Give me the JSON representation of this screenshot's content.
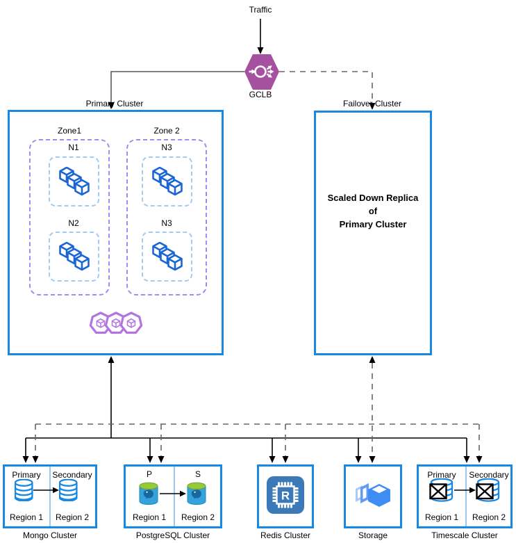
{
  "traffic": {
    "label": "Traffic"
  },
  "gclb": {
    "label": "GCLB"
  },
  "primary_cluster": {
    "label": "Primary Cluster",
    "zones": [
      {
        "label": "Zone1",
        "nodes": [
          {
            "label": "N1"
          },
          {
            "label": "N2"
          }
        ]
      },
      {
        "label": "Zone 2",
        "nodes": [
          {
            "label": "N3"
          },
          {
            "label": "N3"
          }
        ]
      }
    ]
  },
  "failover_cluster": {
    "label": "Failover Cluster",
    "lines": [
      "Scaled Down Replica",
      "of",
      "Primary Cluster"
    ]
  },
  "databases": {
    "mongo": {
      "label": "Mongo Cluster",
      "left_role": "Primary",
      "right_role": "Secondary",
      "left_region": "Region 1",
      "right_region": "Region 2"
    },
    "postgres": {
      "label": "PostgreSQL Cluster",
      "left_role": "P",
      "right_role": "S",
      "left_region": "Region 1",
      "right_region": "Region 2"
    },
    "redis": {
      "label": "Redis Cluster",
      "chip_letter": "R"
    },
    "storage": {
      "label": "Storage"
    },
    "timescale": {
      "label": "Timescale Cluster",
      "left_role": "Primary",
      "right_role": "Secondary",
      "left_region": "Region 1",
      "right_region": "Region 2"
    }
  },
  "colors": {
    "cluster_border": "#1789E4",
    "zone_border": "#9E8CF2",
    "node_border": "#A3CCF4",
    "pod_blue": "#1A66D6",
    "k8s_purple": "#B273E3",
    "gclb_fill": "#A6519F",
    "postgres_green": "#97C93D",
    "postgres_blue": "#35A3DB",
    "redis_blue": "#3C79B8",
    "storage_blue": "#3E8DF2"
  }
}
